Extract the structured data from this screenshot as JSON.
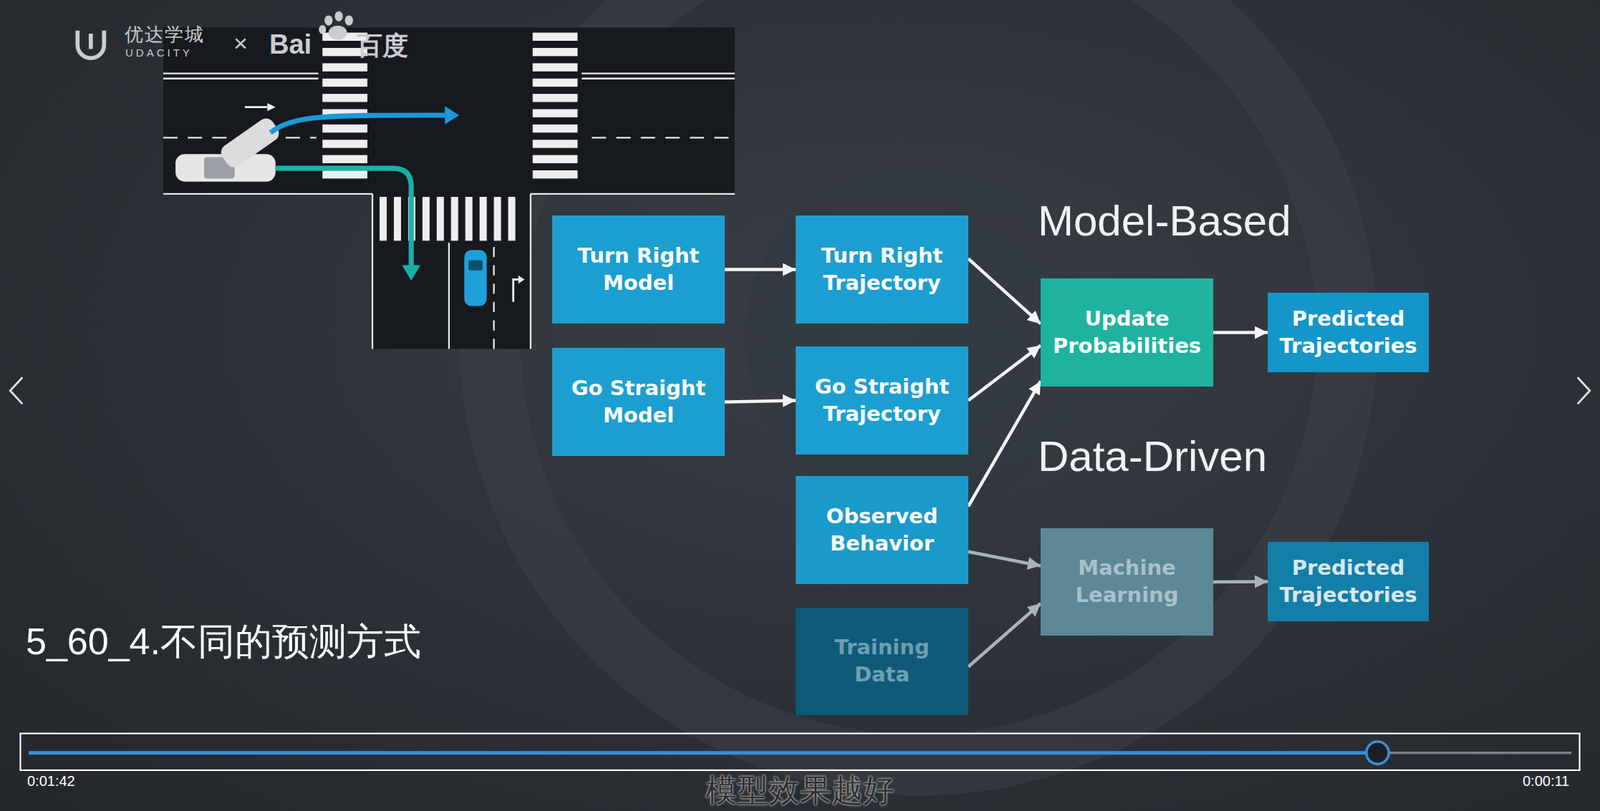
{
  "diagram": {
    "nodes": [
      {
        "text": [
          "Turn Right Model"
        ]
      },
      {
        "text": [
          "Go Straight Model"
        ]
      },
      {
        "text": [
          "Turn Right Trajectory"
        ]
      },
      {
        "text": [
          "Go Straight Trajectory"
        ]
      },
      {
        "text": [
          "Observed Behavior"
        ]
      },
      {
        "text": [
          "Training Data"
        ]
      },
      {
        "text": [
          "Update Probabilities"
        ]
      },
      {
        "text": [
          "Predicted Trajectories"
        ]
      },
      {
        "text": [
          "Machine Learning"
        ]
      },
      {
        "text": [
          "Predicted Trajectories"
        ]
      }
    ],
    "edges": [
      {
        "from": 0,
        "to": 2,
        "arrow": "to"
      },
      {
        "from": 1,
        "to": 3,
        "arrow": "to"
      },
      {
        "from": 2,
        "to": 6,
        "arrow": "to"
      },
      {
        "from": 3,
        "to": 6,
        "arrow": "to"
      },
      {
        "from": 4,
        "to": 6,
        "arrow": "to"
      },
      {
        "from": 6,
        "to": 7,
        "arrow": "to"
      },
      {
        "from": 4,
        "to": 8,
        "arrow": "to"
      },
      {
        "from": 5,
        "to": 8,
        "arrow": "to"
      },
      {
        "from": 8,
        "to": 9,
        "arrow": "to"
      }
    ],
    "labels": [
      "Model-Based",
      "Data-Driven",
      "优达学城",
      "UDACITY",
      "×",
      "Bai",
      "百度",
      "5_60_4.不同的预测方式",
      "0:01:42",
      "0:00:11",
      "模型效果越好"
    ]
  }
}
